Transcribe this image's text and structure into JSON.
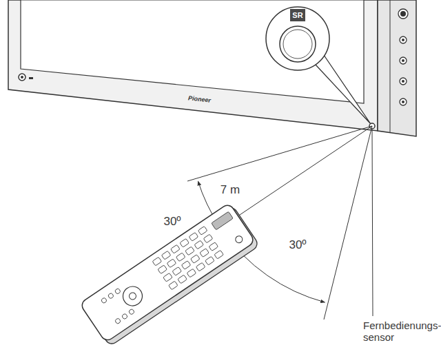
{
  "diagram": {
    "labels": [
      "SR",
      "Pioneer",
      "7 m",
      "30º",
      "30º",
      "Fernbedienungs- sensor"
    ]
  }
}
